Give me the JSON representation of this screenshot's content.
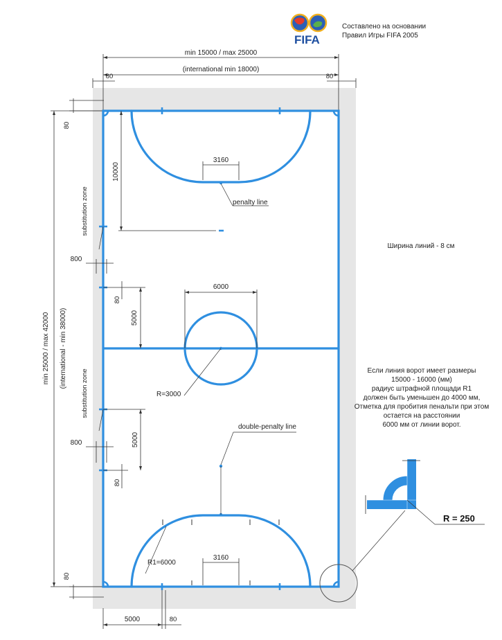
{
  "header": {
    "logo_text": "FIFA",
    "caption_line1": "Составлено на основании",
    "caption_line2": "Правил Игры FIFA 2005"
  },
  "dimensions": {
    "width_range": "min 15000 / max 25000",
    "width_international": "(international min 18000)",
    "length_range": "min 25000 / max 42000",
    "length_international": "(international - min 38000)",
    "margin_top_left": "80",
    "margin_top_right": "80",
    "margin_side_top": "80",
    "margin_side_bottom": "80",
    "penalty_area_depth": "10000",
    "penalty_line_length_top": "3160",
    "penalty_line_length_bottom": "3160",
    "centre_circle_diameter": "6000",
    "sub_zone_offset": "5000",
    "sub_zone_offset_lower": "5000",
    "sub_zone_gap_top": "80",
    "sub_zone_gap_bottom": "80",
    "sub_zone_length_top": "800",
    "sub_zone_length_bottom": "800",
    "corner_offset": "5000",
    "corner_mark_gap": "80"
  },
  "labels": {
    "penalty_line": "penalty line",
    "double_penalty_line": "double-penalty line",
    "substitution_zone_top": "substitution zone",
    "substitution_zone_bottom": "substitution zone",
    "centre_radius": "R=3000",
    "penalty_radius": "R1=6000",
    "corner_radius": "R = 250",
    "line_width_note": "Ширина линий - 8 см"
  },
  "note": {
    "line1": "Если линия ворот имеет размеры",
    "line2": "15000 - 16000  (мм)",
    "line3": "радиус штрафной площади R1",
    "line4": "должен быть уменьшен до 4000 мм,",
    "line5": "Отметка для пробития пенальти при этом",
    "line6": "остается на  расстоянии",
    "line7": "6000 мм от линии ворот."
  },
  "colors": {
    "court_line": "#2f8fe0",
    "surround": "#e6e6e6",
    "playing_area": "#ffffff"
  }
}
